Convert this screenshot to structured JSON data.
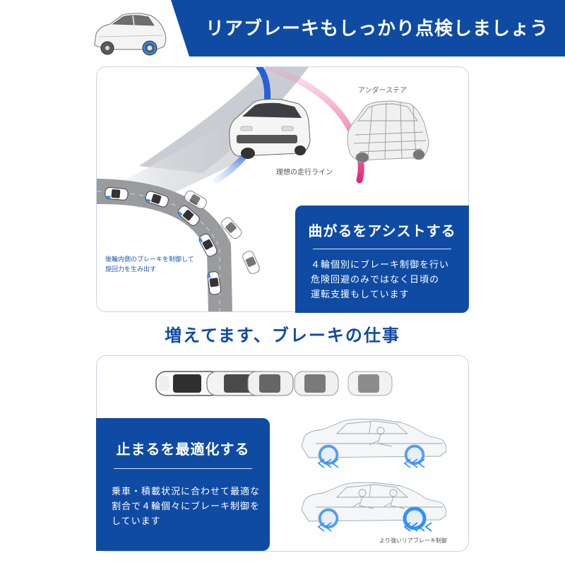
{
  "header": {
    "title": "リアブレーキもしっかり点検しましょう"
  },
  "cornering": {
    "understeer_label": "アンダーステア",
    "ideal_line_label": "理想の走行ライン",
    "rear_brake_note_line1": "後輪内側のブレーキを制御して",
    "rear_brake_note_line2": "旋回力を生み出す"
  },
  "assist": {
    "heading": "曲がるをアシストする",
    "line1": "４輪個別にブレーキ制御を行い",
    "line2": "危険回避のみではなく日頃の",
    "line3": "運転支援もしています"
  },
  "section": {
    "title": "増えてます、ブレーキの仕事"
  },
  "stopping": {
    "heading": "止まるを最適化する",
    "line1": "乗車・積載状況に合わせて最適な",
    "line2": "割合で４輪個々にブレーキ制御を",
    "line3": "しています",
    "stronger_rear_label": "より強いリアブレーキ制御"
  },
  "colors": {
    "brand_blue": "#0f4ba3",
    "ideal_line": "#2a5fd6",
    "understeer_line": "#e0287a"
  },
  "icons": [
    "car-side-icon",
    "car-front-icon",
    "car-wireframe-icon",
    "car-top-icon",
    "wheel-glow-icon"
  ]
}
